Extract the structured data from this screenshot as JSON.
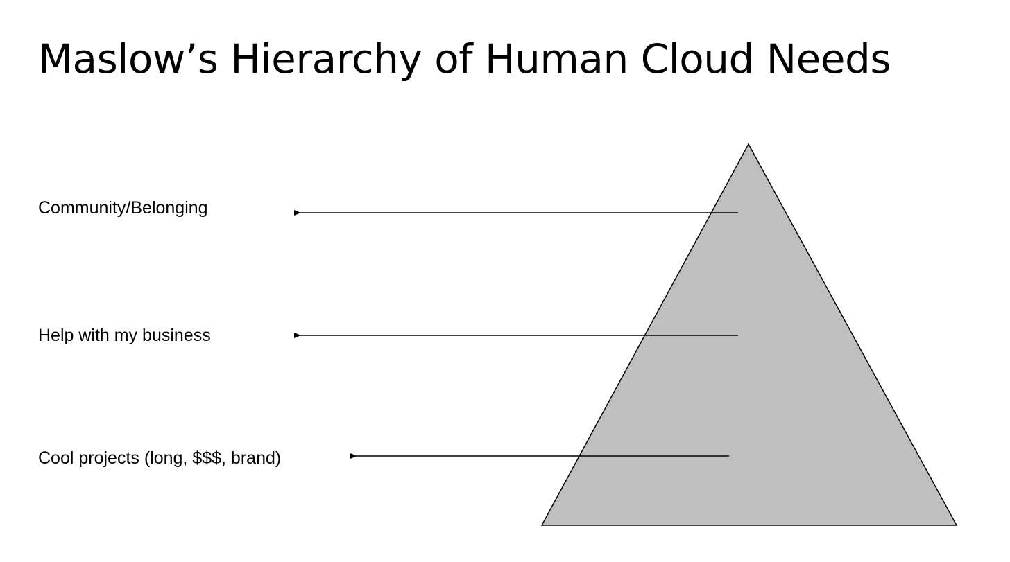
{
  "slide": {
    "title": "Maslow’s Hierarchy of Human Cloud Needs"
  },
  "pyramid": {
    "fill_color": "#bfbfbf",
    "stroke_color": "#000000",
    "levels": [
      {
        "label": "Community/Belonging"
      },
      {
        "label": "Help with my business"
      },
      {
        "label": "Cool projects (long, $$$, brand)"
      }
    ]
  }
}
